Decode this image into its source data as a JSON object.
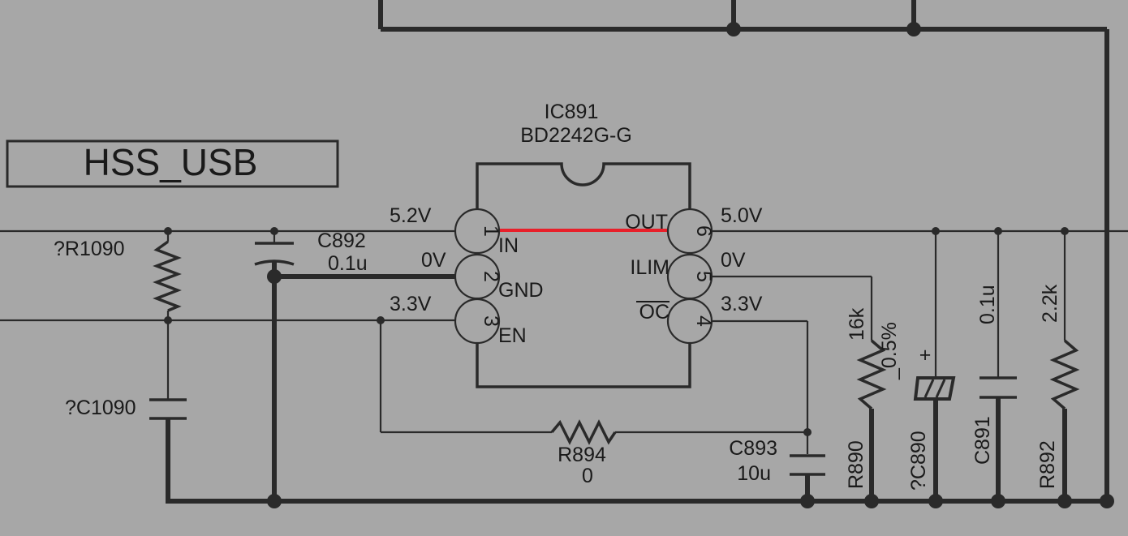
{
  "title_box": {
    "text": "HSS_USB"
  },
  "ic": {
    "ref": "IC891",
    "part": "BD2242G-G",
    "pins": [
      {
        "num": "1",
        "name": "IN",
        "net": "5.2V"
      },
      {
        "num": "2",
        "name": "GND",
        "net": "0V"
      },
      {
        "num": "3",
        "name": "EN",
        "net": "3.3V"
      },
      {
        "num": "4",
        "name": "OC",
        "net": "3.3V"
      },
      {
        "num": "5",
        "name": "ILIM",
        "net": "0V"
      },
      {
        "num": "6",
        "name": "OUT",
        "net": "5.0V"
      }
    ]
  },
  "components": {
    "r1090": {
      "ref": "?R1090"
    },
    "c1090": {
      "ref": "?C1090"
    },
    "c892": {
      "ref": "C892",
      "value": "0.1u"
    },
    "r894": {
      "ref": "R894",
      "value": "0"
    },
    "c893": {
      "ref": "C893",
      "value": "10u"
    },
    "r890": {
      "ref": "R890",
      "value": "16k",
      "tolerance": "_0.5%"
    },
    "c890": {
      "ref": "?C890",
      "polarity": "+"
    },
    "c891": {
      "ref": "C891",
      "value": "0.1u"
    },
    "r892": {
      "ref": "R892",
      "value": "2.2k"
    }
  },
  "colors": {
    "background": "#a7a7a7",
    "wire": "#2a2a2a",
    "highlight": "#e8202a"
  }
}
